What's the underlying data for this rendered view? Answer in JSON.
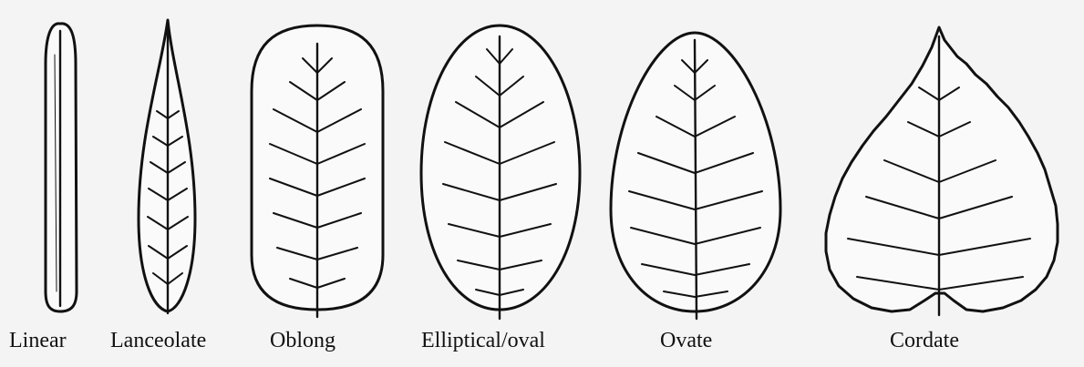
{
  "leaf_shapes": [
    {
      "id": "linear",
      "label": "Linear"
    },
    {
      "id": "lanceolate",
      "label": "Lanceolate"
    },
    {
      "id": "oblong",
      "label": "Oblong"
    },
    {
      "id": "elliptical",
      "label": "Elliptical/oval"
    },
    {
      "id": "ovate",
      "label": "Ovate"
    },
    {
      "id": "cordate",
      "label": "Cordate"
    }
  ],
  "colors": {
    "line": "#111111",
    "background": "#f4f4f4",
    "leaf_fill": "#fafafa"
  }
}
